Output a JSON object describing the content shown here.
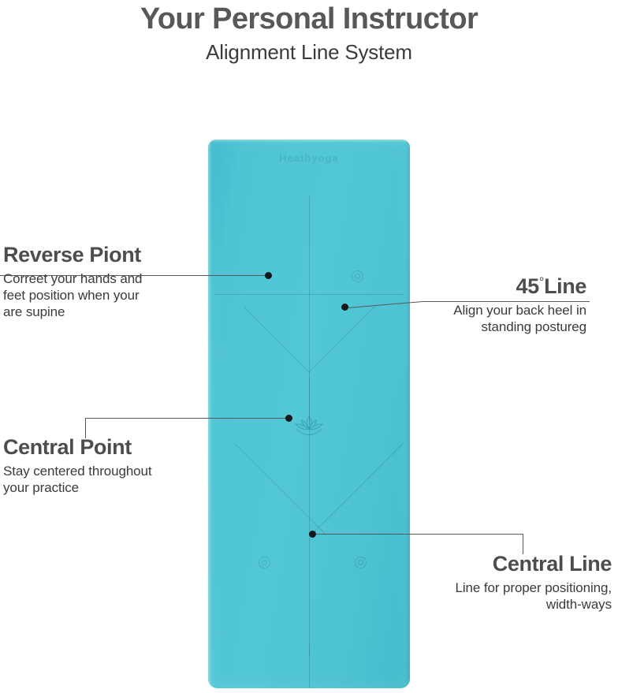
{
  "header": {
    "title": "Your Personal Instructor",
    "subtitle": "Alignment Line System"
  },
  "product": {
    "name": "yoga-mat",
    "color_hex": "#4EC4D4",
    "brand_text": "Heathyoga",
    "emblem": "lotus-flower"
  },
  "callouts": [
    {
      "id": "reverse-point",
      "heading": "Reverse Piont",
      "body": "Correet your hands and\nfeet position when your\nare supine",
      "side": "left"
    },
    {
      "id": "45-line",
      "heading": "45",
      "degree_symbol": "°",
      "heading_suffix": "Line",
      "body": "Align your back heel in\nstanding postureg",
      "side": "right"
    },
    {
      "id": "central-point",
      "heading": "Central Point",
      "body": "Stay centered throughout\nyour practice",
      "side": "left"
    },
    {
      "id": "central-line",
      "heading": "Central Line",
      "body": "Line for proper positioning,\nwidth-ways",
      "side": "right"
    }
  ],
  "colors": {
    "mat_teal": "#4EC4D4",
    "heading_gray": "#4D4D4F",
    "body_gray": "#3B3B3D",
    "leader_line": "#58585A",
    "dot": "#18181C",
    "background": "#FFFFFF"
  }
}
